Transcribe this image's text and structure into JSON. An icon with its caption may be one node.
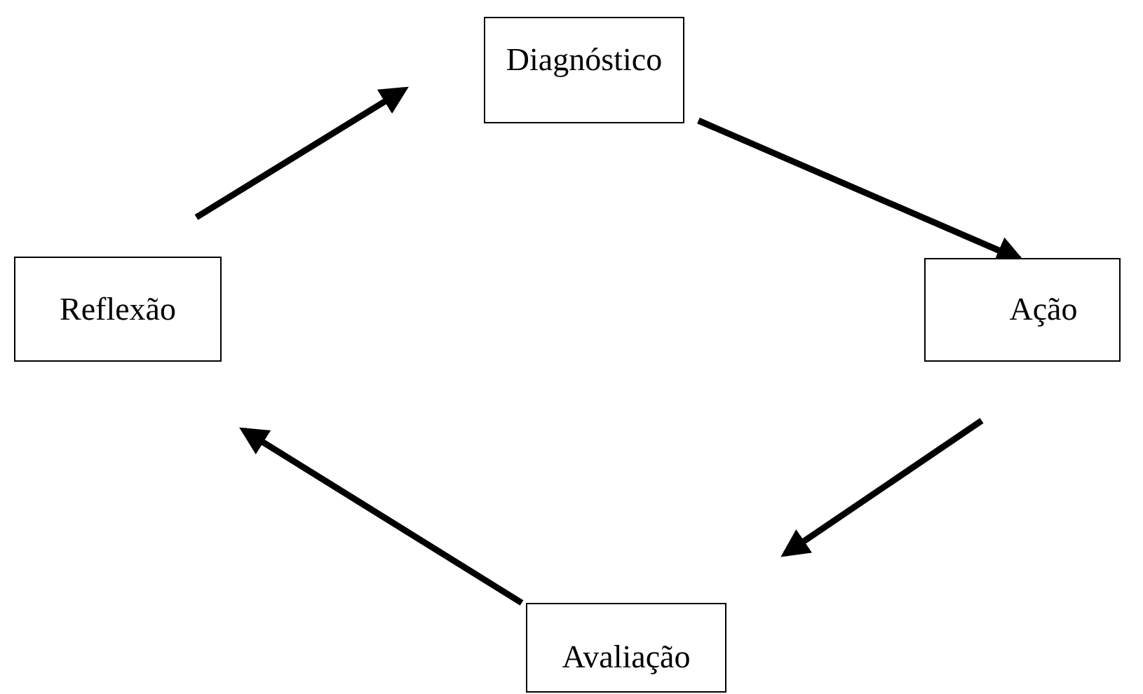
{
  "diagram": {
    "nodes": [
      {
        "text": [
          "Diagnóstico"
        ]
      },
      {
        "text": [
          "Ação"
        ]
      },
      {
        "text": [
          "Avaliação"
        ]
      },
      {
        "text": [
          "Reflexão"
        ]
      }
    ],
    "edges": [
      {
        "from": 0,
        "to": 1,
        "arrow": "to"
      },
      {
        "from": 1,
        "to": 2,
        "arrow": "to"
      },
      {
        "from": 2,
        "to": 3,
        "arrow": "to"
      },
      {
        "from": 3,
        "to": 0,
        "arrow": "to"
      }
    ]
  }
}
